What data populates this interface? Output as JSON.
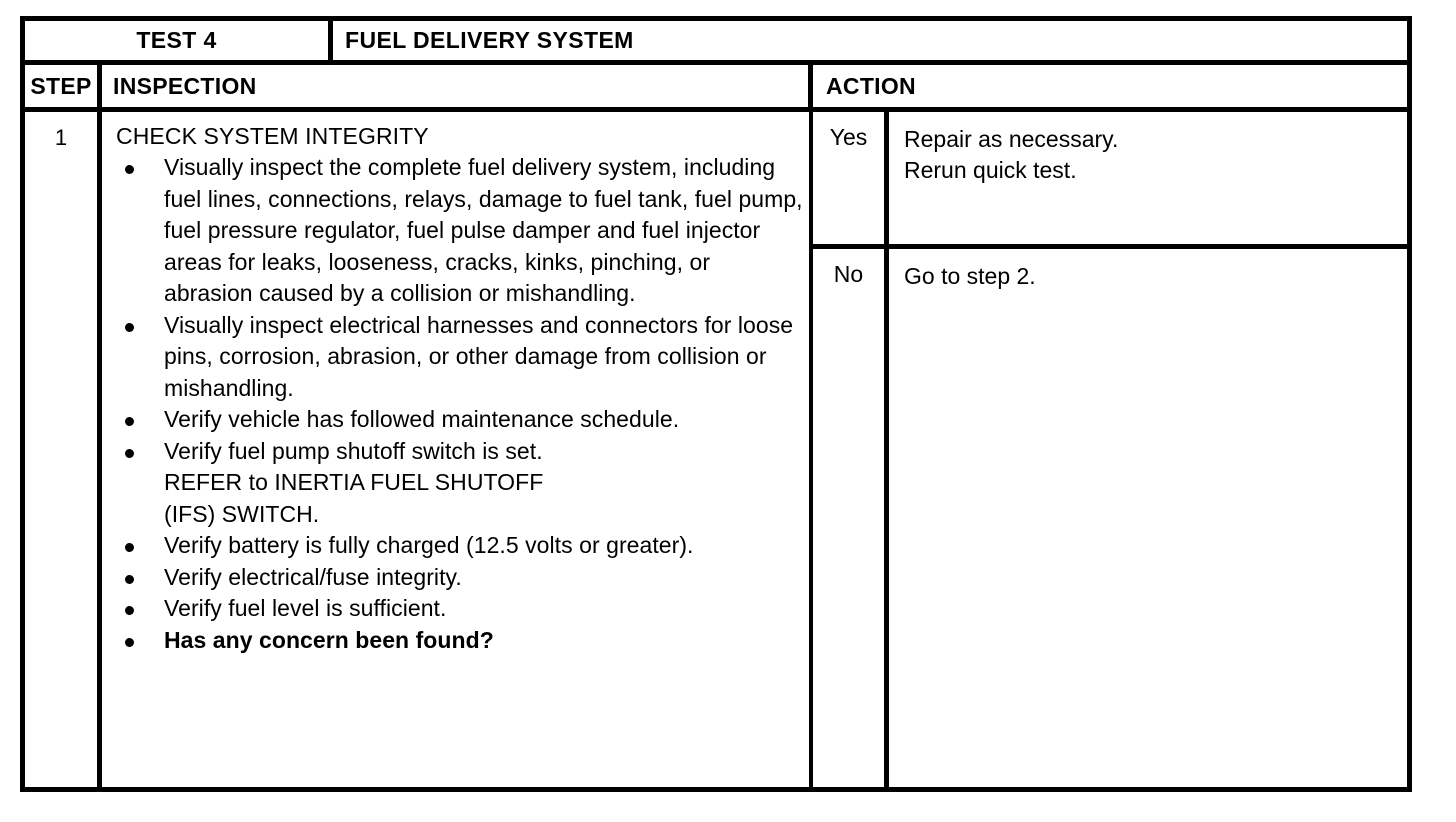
{
  "document": {
    "test_label": "TEST 4",
    "test_name": "FUEL DELIVERY SYSTEM"
  },
  "headers": {
    "step": "STEP",
    "inspection": "INSPECTION",
    "action": "ACTION"
  },
  "step": {
    "number": "1",
    "inspection_heading": "CHECK SYSTEM INTEGRITY",
    "bullets": [
      {
        "text": "Visually inspect the complete fuel delivery system, including fuel lines, connections, relays, damage to fuel tank, fuel pump, fuel pressure regulator, fuel pulse damper and fuel injector areas for leaks, looseness, cracks, kinks, pinching, or abrasion caused by a collision or mishandling.",
        "bold": false
      },
      {
        "text": "Visually inspect electrical harnesses and connectors for loose pins, corrosion, abrasion, or other damage from collision or mishandling.",
        "bold": false
      },
      {
        "text": "Verify vehicle has followed maintenance schedule.",
        "bold": false
      },
      {
        "line1": "Verify fuel pump shutoff switch is set.",
        "line2": "REFER to INERTIA FUEL SHUTOFF",
        "line3": "(IFS) SWITCH.",
        "bold": false
      },
      {
        "text": "Verify battery is fully charged (12.5 volts or greater).",
        "bold": false
      },
      {
        "text": "Verify electrical/fuse integrity.",
        "bold": false
      },
      {
        "text": "Verify fuel level is sufficient.",
        "bold": false
      },
      {
        "text": "Has any concern been found?",
        "bold": true
      }
    ],
    "answers": [
      {
        "label": "Yes",
        "action_line1": "Repair as necessary.",
        "action_line2": "Rerun quick test."
      },
      {
        "label": "No",
        "action_line1": "Go to step 2.",
        "action_line2": ""
      }
    ]
  }
}
